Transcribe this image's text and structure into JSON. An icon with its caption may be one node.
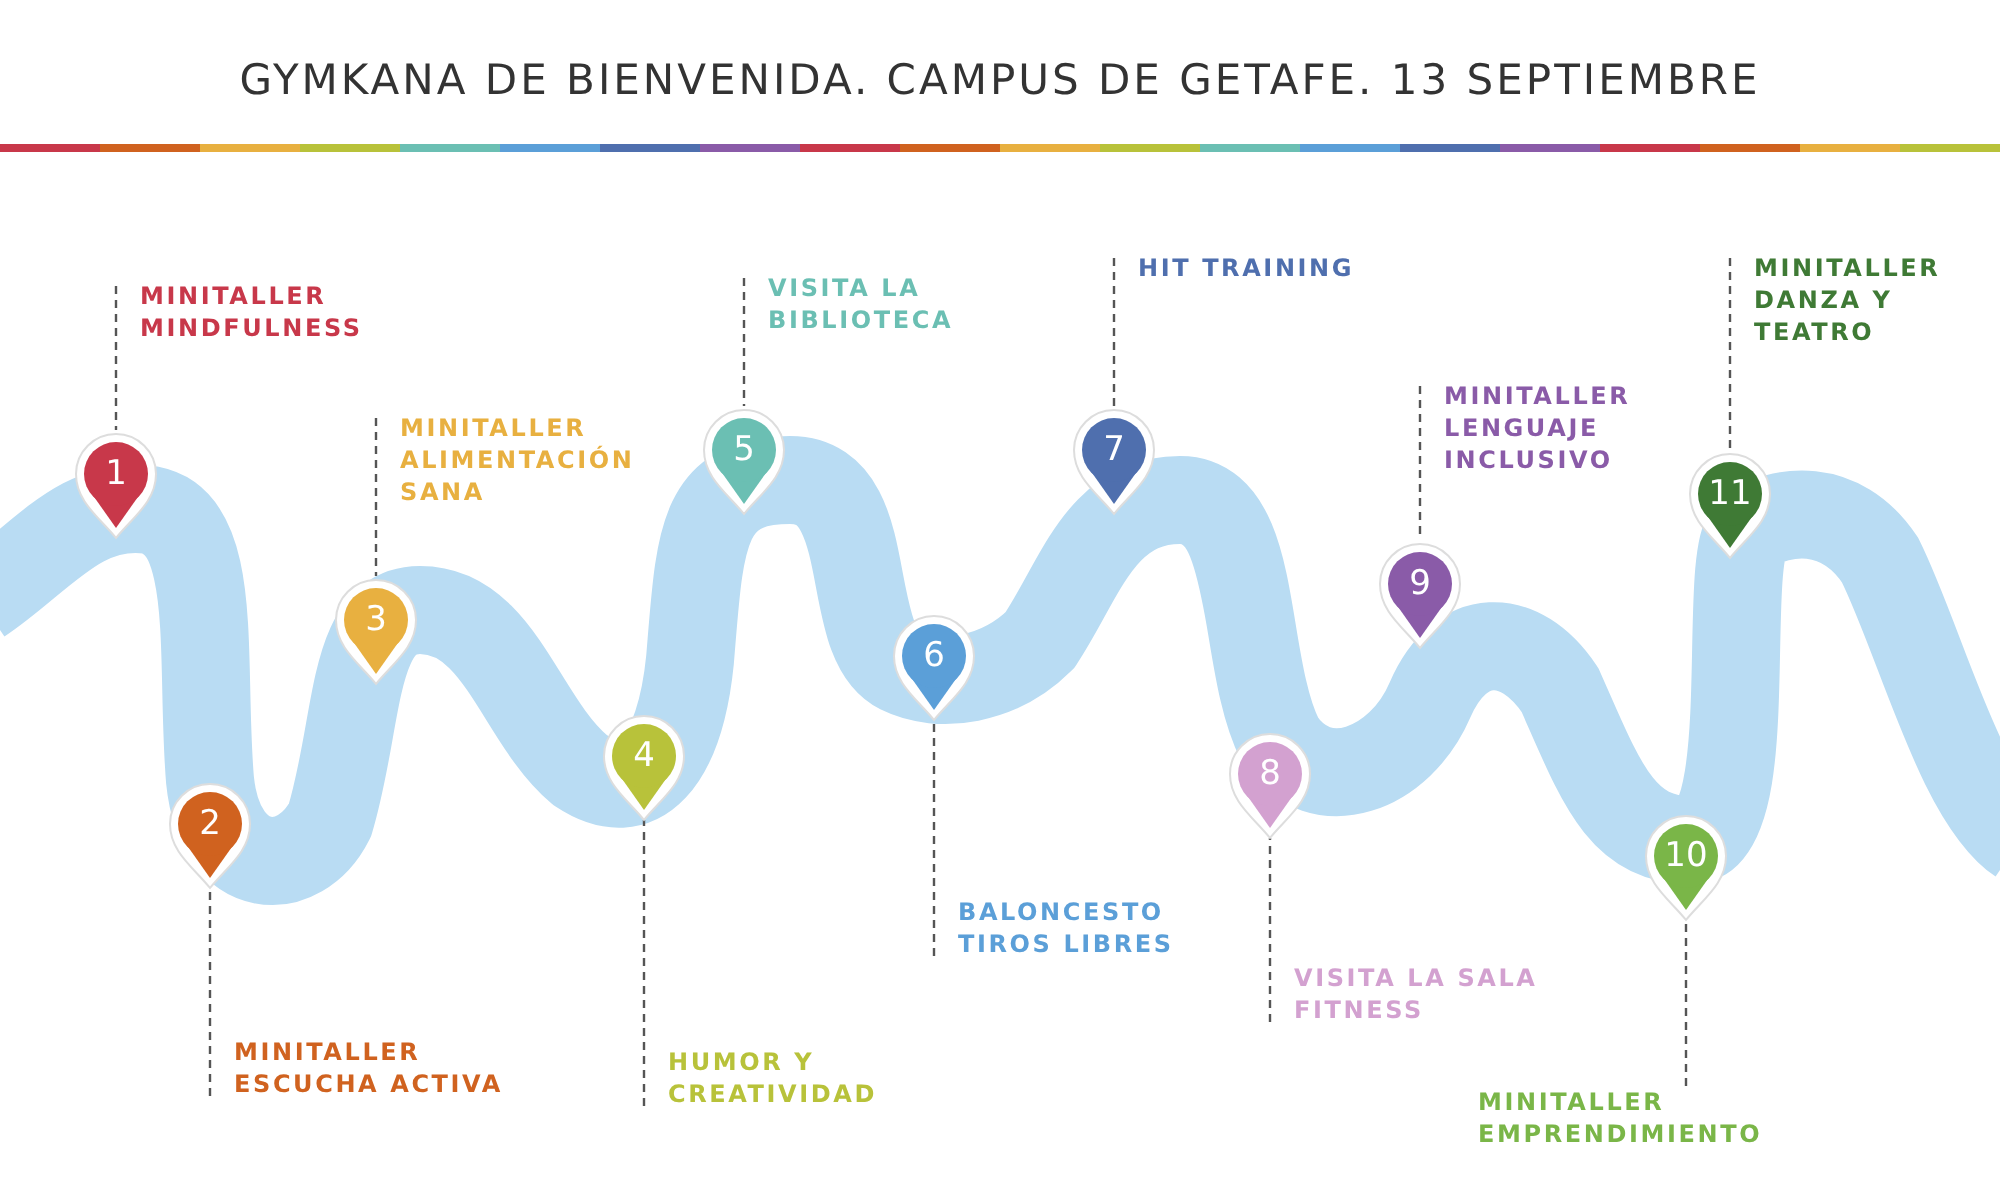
{
  "diagram": {
    "title": "GYMKANA DE BIENVENIDA. CAMPUS DE GETAFE. 13 SEPTIEMBRE",
    "nodes": [
      {
        "text": [
          "1"
        ]
      },
      {
        "text": [
          "MINITALLER MINDFULNESS"
        ]
      },
      {
        "text": [
          "2"
        ]
      },
      {
        "text": [
          "MINITALLER ESCUCHA ACTIVA"
        ]
      },
      {
        "text": [
          "3"
        ]
      },
      {
        "text": [
          "MINITALLER ALIMENTACIÓN SANA"
        ]
      },
      {
        "text": [
          "4"
        ]
      },
      {
        "text": [
          "HUMOR Y CREATIVIDAD"
        ]
      },
      {
        "text": [
          "5"
        ]
      },
      {
        "text": [
          "VISITA LA BIBLIOTECA"
        ]
      },
      {
        "text": [
          "6"
        ]
      },
      {
        "text": [
          "BALONCESTO TIROS LIBRES"
        ]
      },
      {
        "text": [
          "7"
        ]
      },
      {
        "text": [
          "HIT TRAINING"
        ]
      },
      {
        "text": [
          "8"
        ]
      },
      {
        "text": [
          "VISITA LA SALA FITNESS"
        ]
      },
      {
        "text": [
          "9"
        ]
      },
      {
        "text": [
          "MINITALLER LENGUAJE INCLUSIVO"
        ]
      },
      {
        "text": [
          "10"
        ]
      },
      {
        "text": [
          "MINITALLER EMPRENDIMIENTO"
        ]
      },
      {
        "text": [
          "11"
        ]
      },
      {
        "text": [
          "MINITALLER DANZA Y TEATRO"
        ]
      }
    ],
    "edges": [
      {
        "from": 1,
        "to": 0,
        "arrow": "none",
        "style": "dashed"
      },
      {
        "from": 3,
        "to": 2,
        "arrow": "none",
        "style": "dashed"
      },
      {
        "from": 5,
        "to": 4,
        "arrow": "none",
        "style": "dashed"
      },
      {
        "from": 7,
        "to": 6,
        "arrow": "none",
        "style": "dashed"
      },
      {
        "from": 9,
        "to": 8,
        "arrow": "none",
        "style": "dashed"
      },
      {
        "from": 11,
        "to": 10,
        "arrow": "none",
        "style": "dashed"
      },
      {
        "from": 13,
        "to": 12,
        "arrow": "none",
        "style": "dashed"
      },
      {
        "from": 15,
        "to": 14,
        "arrow": "none",
        "style": "dashed"
      },
      {
        "from": 17,
        "to": 16,
        "arrow": "none",
        "style": "dashed"
      },
      {
        "from": 19,
        "to": 18,
        "arrow": "none",
        "style": "dashed"
      },
      {
        "from": 21,
        "to": 20,
        "arrow": "none",
        "style": "dashed"
      }
    ]
  }
}
